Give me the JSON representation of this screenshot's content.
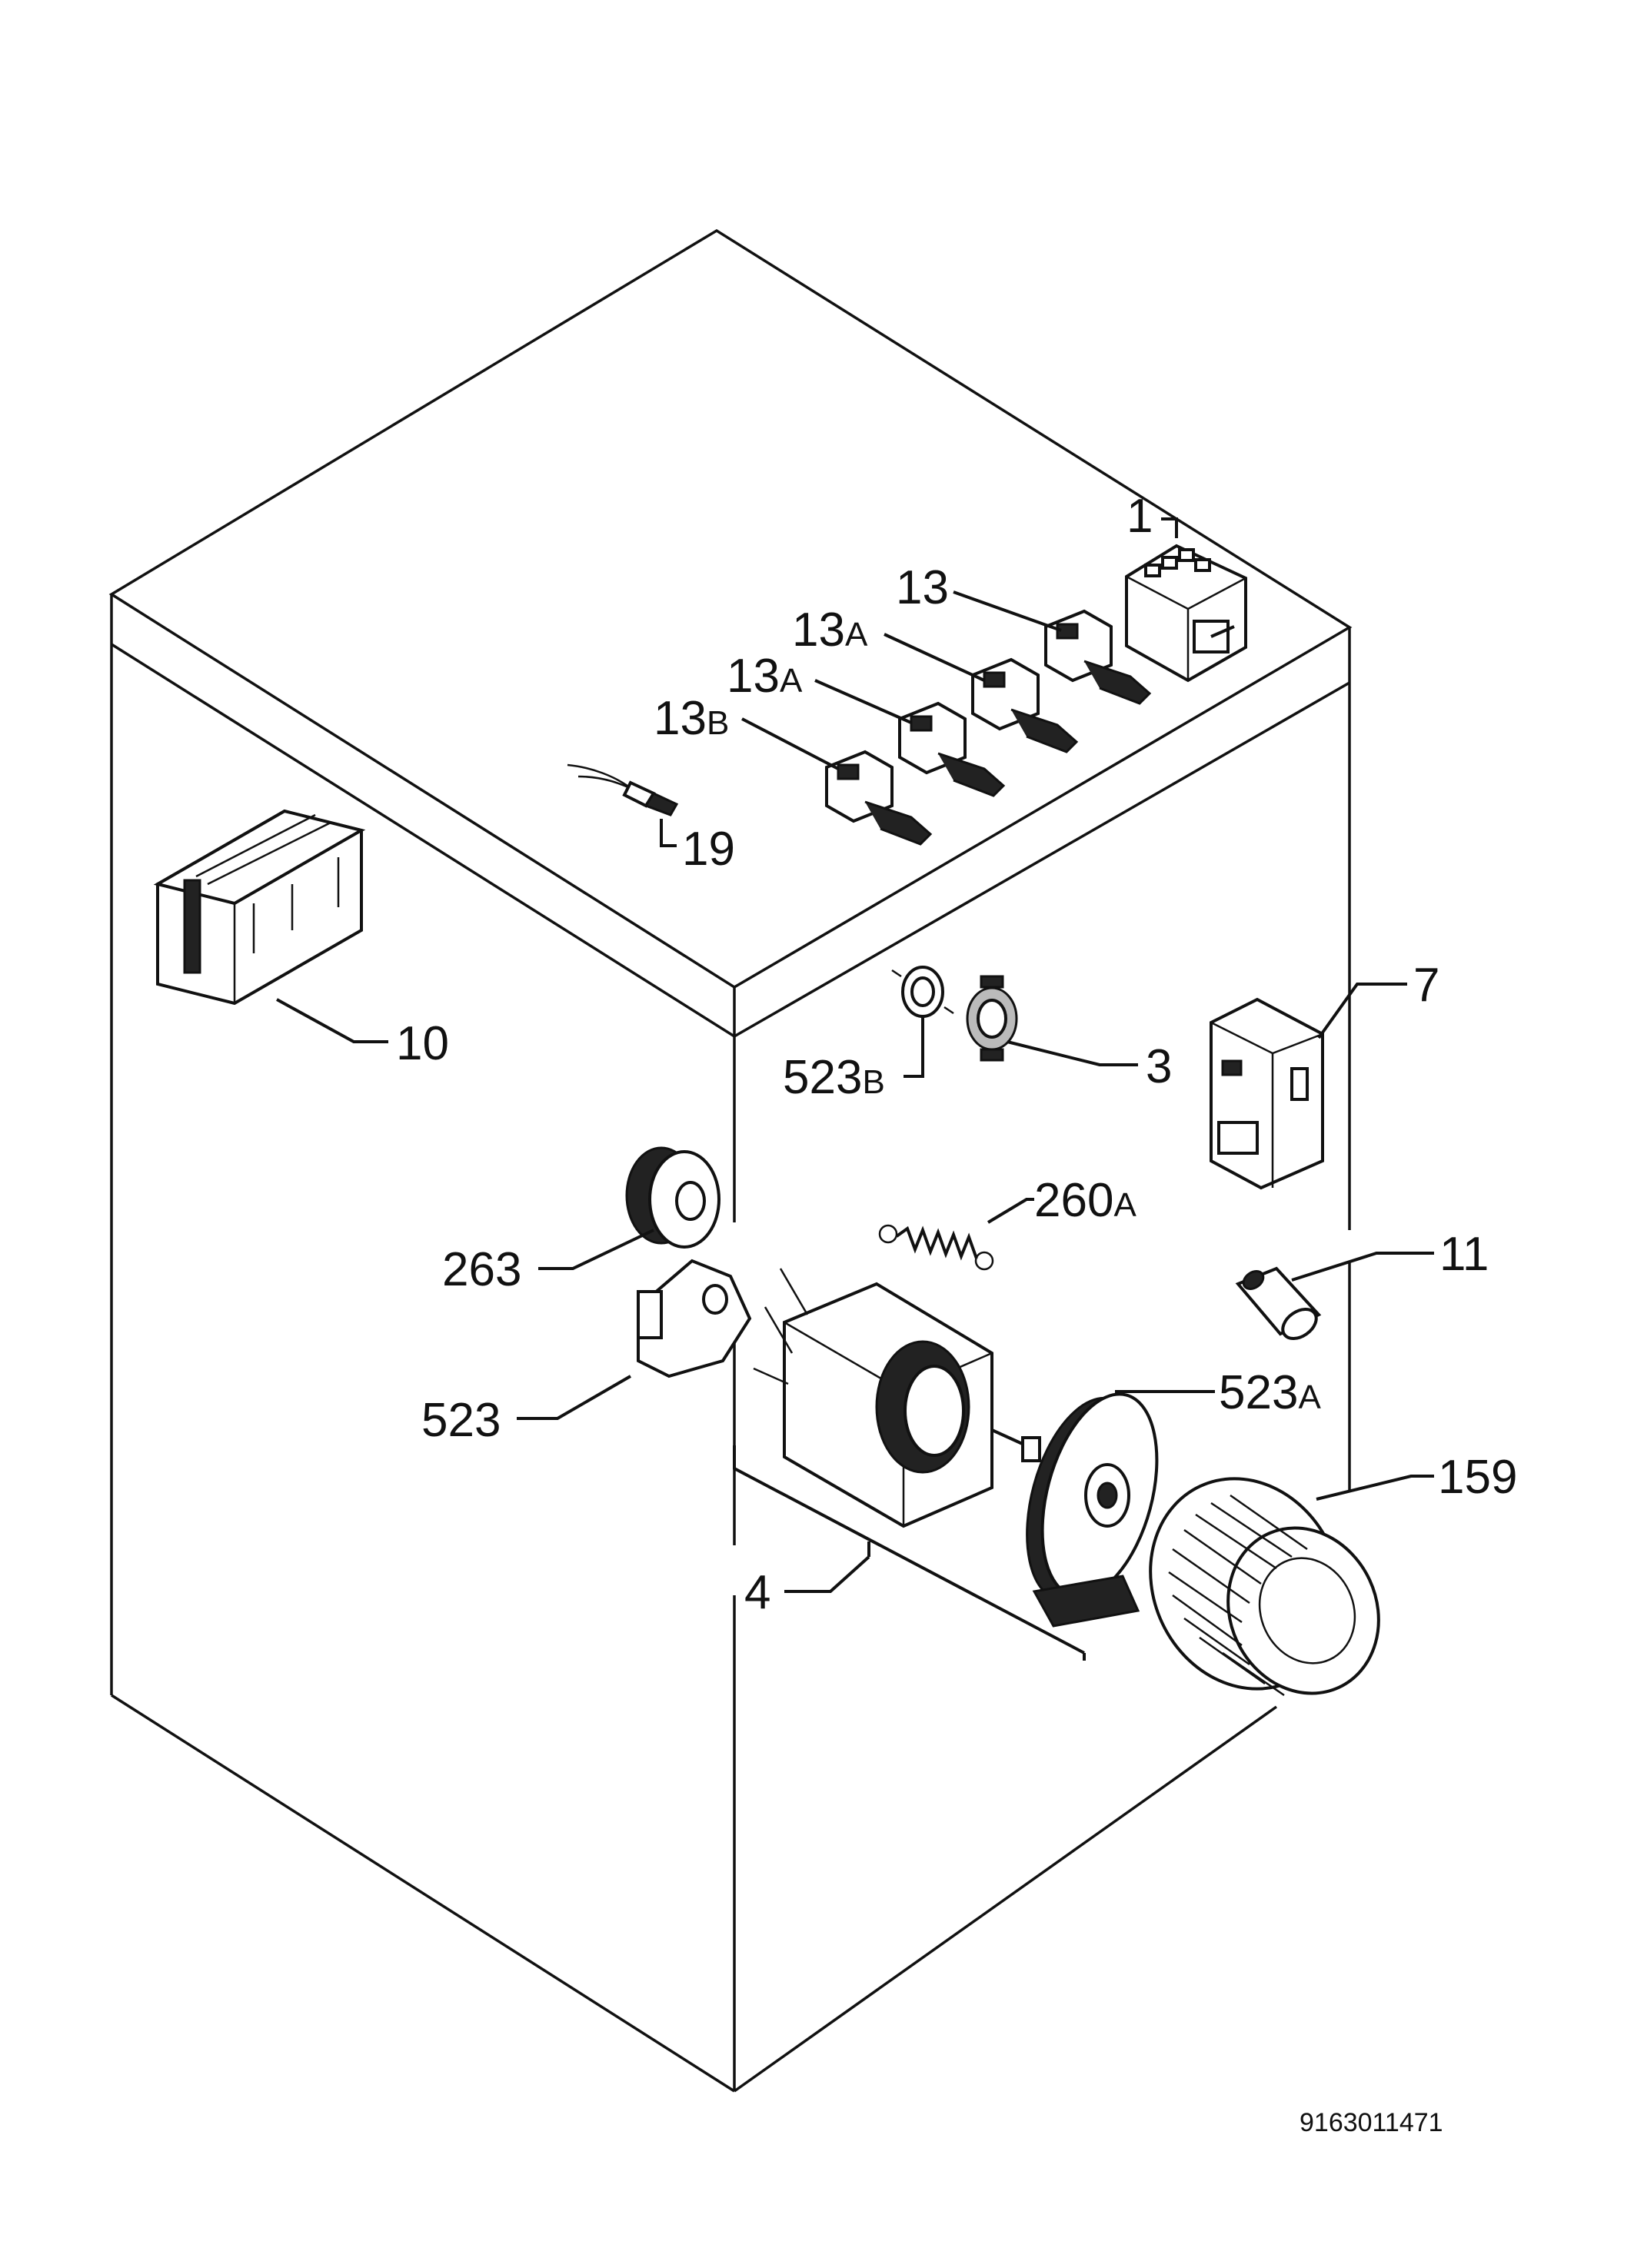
{
  "document_id": "9163011471",
  "colors": {
    "line": "#111111",
    "background": "#ffffff"
  },
  "callouts": [
    {
      "id": "p1",
      "num": "1",
      "suffix": ""
    },
    {
      "id": "p13",
      "num": "13",
      "suffix": ""
    },
    {
      "id": "p13a1",
      "num": "13",
      "suffix": "A"
    },
    {
      "id": "p13a2",
      "num": "13",
      "suffix": "A"
    },
    {
      "id": "p13b",
      "num": "13",
      "suffix": "B"
    },
    {
      "id": "p19",
      "num": "19",
      "suffix": ""
    },
    {
      "id": "p10",
      "num": "10",
      "suffix": ""
    },
    {
      "id": "p7",
      "num": "7",
      "suffix": ""
    },
    {
      "id": "p523b",
      "num": "523",
      "suffix": "B"
    },
    {
      "id": "p3",
      "num": "3",
      "suffix": ""
    },
    {
      "id": "p260a",
      "num": "260",
      "suffix": "A"
    },
    {
      "id": "p263",
      "num": "263",
      "suffix": ""
    },
    {
      "id": "p11",
      "num": "11",
      "suffix": ""
    },
    {
      "id": "p523",
      "num": "523",
      "suffix": ""
    },
    {
      "id": "p523a",
      "num": "523",
      "suffix": "A"
    },
    {
      "id": "p159",
      "num": "159",
      "suffix": ""
    },
    {
      "id": "p4",
      "num": "4",
      "suffix": ""
    }
  ]
}
